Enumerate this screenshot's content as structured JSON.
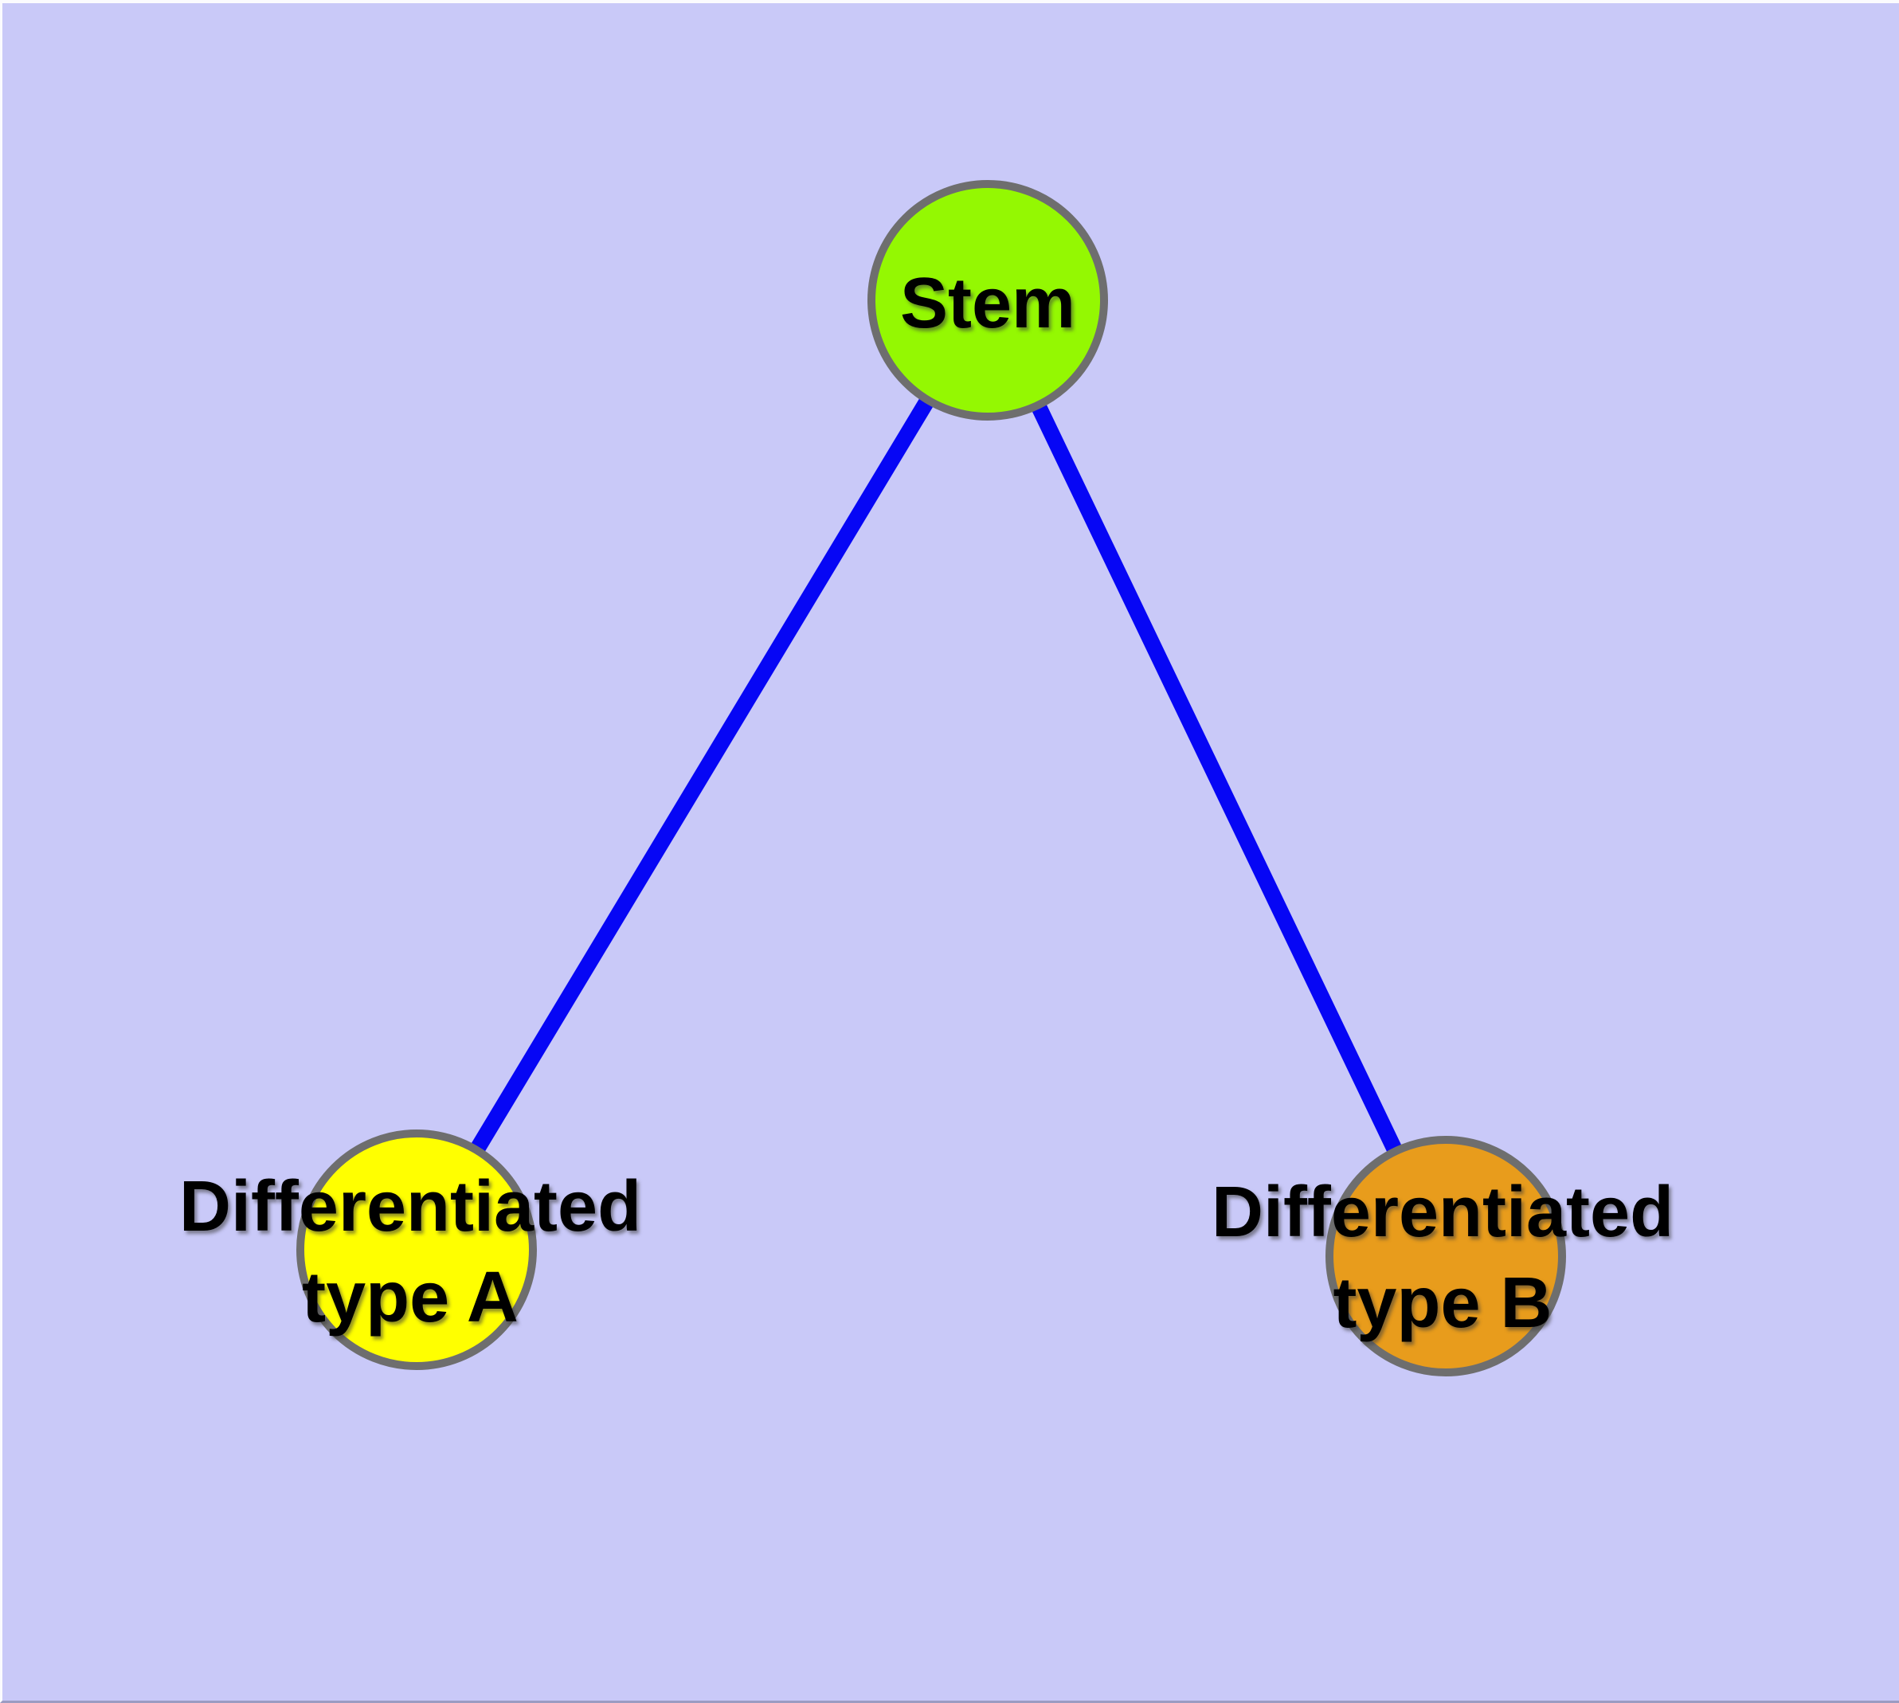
{
  "diagram": {
    "background_color": "#c9c9f8",
    "edge_color": "#0606f5",
    "node_border_color": "#6e6e6e",
    "text_color": "#000000",
    "nodes": [
      {
        "id": "stem",
        "label": "Stem",
        "fill": "#94f802"
      },
      {
        "id": "type-a",
        "label_lines": [
          "Differentiated",
          "type A"
        ],
        "fill": "#ffff00"
      },
      {
        "id": "type-b",
        "label_lines": [
          "Differentiated",
          "type B"
        ],
        "fill": "#e89c1c"
      }
    ],
    "edges": [
      {
        "from": "Stem",
        "to": "Differentiated type A"
      },
      {
        "from": "Stem",
        "to": "Differentiated type B"
      }
    ]
  }
}
